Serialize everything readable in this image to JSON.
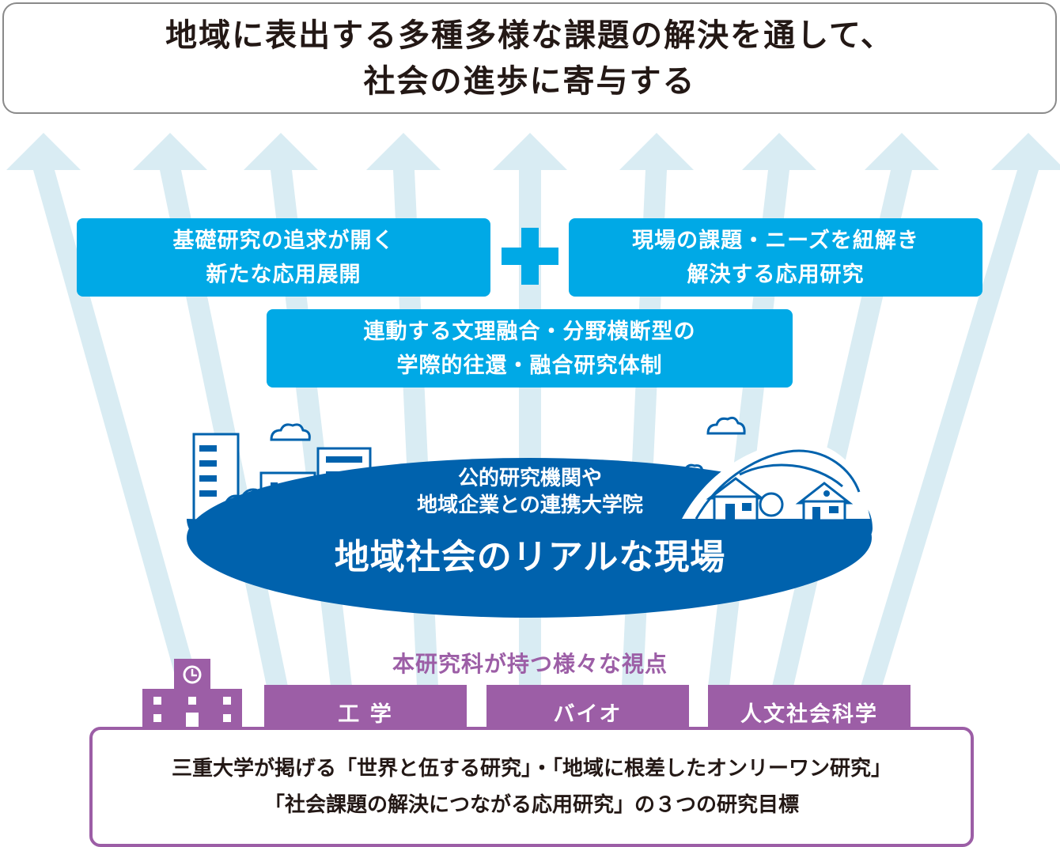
{
  "goal": {
    "line1": "地域に表出する多種多様な課題の解決を通して、",
    "line2": "社会の進歩に寄与する"
  },
  "boxes": {
    "basic": {
      "line1": "基礎研究の追求が開く",
      "line2": "新たな応用展開"
    },
    "applied": {
      "line1": "現場の課題・ニーズを紐解き",
      "line2": "解決する応用研究"
    },
    "system": {
      "line1": "連動する文理融合・分野横断型の",
      "line2": "学際的往還・融合研究体制"
    }
  },
  "field": {
    "partners_line1": "公的研究機関や",
    "partners_line2": "地域企業との連携大学院",
    "title": "地域社会のリアルな現場"
  },
  "perspectives": {
    "title": "本研究科が持つ様々な視点",
    "tabs": [
      "工 学",
      "バイオ",
      "人文社会科学"
    ]
  },
  "university_goals": {
    "line1": "三重大学が掲げる「世界と伍する研究」・「地域に根差したオンリーワン研究」",
    "line2": "「社会課題の解決につながる応用研究」の３つの研究目標"
  },
  "colors": {
    "arrow": "#d9ecf3",
    "box_blue": "#00a9e6",
    "ellipse_blue": "#0062ad",
    "purple": "#9c5ea6"
  }
}
